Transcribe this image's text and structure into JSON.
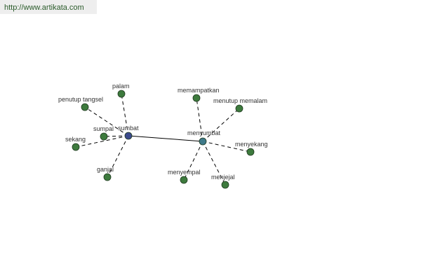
{
  "header": {
    "url": "http://www.artikata.com"
  },
  "colors": {
    "center": "#3b4a8c",
    "hub": "#3f7a8a",
    "leaf": "#3d7a3d",
    "stroke": "#1f3a1f",
    "edge": "#000000"
  },
  "graph": {
    "nodes": [
      {
        "id": "sumbat",
        "label": "sumbat",
        "kind": "center"
      },
      {
        "id": "menyumbat",
        "label": "menyumbat",
        "kind": "hub"
      },
      {
        "id": "palam",
        "label": "palam",
        "kind": "leaf"
      },
      {
        "id": "penutup-tangsel",
        "label": "penutup tangsel",
        "kind": "leaf"
      },
      {
        "id": "sumpal",
        "label": "sumpal",
        "kind": "leaf"
      },
      {
        "id": "sekang",
        "label": "sekang",
        "kind": "leaf"
      },
      {
        "id": "ganjal",
        "label": "ganjal",
        "kind": "leaf"
      },
      {
        "id": "memampatkan",
        "label": "memampatkan",
        "kind": "leaf"
      },
      {
        "id": "menutup-memalam",
        "label": "menutup memalam",
        "kind": "leaf"
      },
      {
        "id": "menyekang",
        "label": "menyekang",
        "kind": "leaf"
      },
      {
        "id": "menyempal",
        "label": "menyempal",
        "kind": "leaf"
      },
      {
        "id": "menjejal",
        "label": "menjejal",
        "kind": "leaf"
      }
    ],
    "edges": [
      {
        "from": "sumbat",
        "to": "menyumbat",
        "style": "solid"
      },
      {
        "from": "sumbat",
        "to": "palam",
        "style": "dashed"
      },
      {
        "from": "sumbat",
        "to": "penutup-tangsel",
        "style": "dashed"
      },
      {
        "from": "sumbat",
        "to": "sumpal",
        "style": "dashed"
      },
      {
        "from": "sumbat",
        "to": "sekang",
        "style": "dashed"
      },
      {
        "from": "sumbat",
        "to": "ganjal",
        "style": "dashed"
      },
      {
        "from": "menyumbat",
        "to": "memampatkan",
        "style": "dashed"
      },
      {
        "from": "menyumbat",
        "to": "menutup-memalam",
        "style": "dashed"
      },
      {
        "from": "menyumbat",
        "to": "menyekang",
        "style": "dashed"
      },
      {
        "from": "menyumbat",
        "to": "menyempal",
        "style": "dashed"
      },
      {
        "from": "menyumbat",
        "to": "menjejal",
        "style": "dashed"
      }
    ]
  }
}
